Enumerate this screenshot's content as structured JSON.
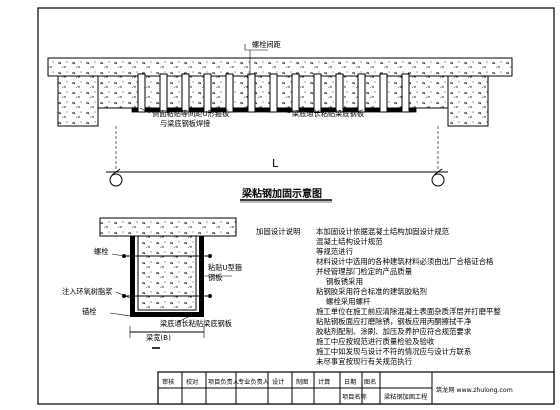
{
  "elevation": {
    "label_bolt_spacing": "螺栓间距",
    "label_side_plate": "侧面粘贴等间距U形箍板",
    "label_side_plate_weld": "与梁底钢板焊接",
    "label_bottom_plate": "梁底通长粘贴梁底钢板",
    "span_label": "L",
    "title": "梁粘钢加固示意图"
  },
  "section": {
    "label_bolt": "螺栓",
    "label_epoxy": "注入环氧树脂浆",
    "label_anchor": "锚栓",
    "label_side_steel": "粘贴U型箍",
    "label_side_steel_2": "钢板",
    "label_bottom_plate": "梁底通长粘贴梁底钢板",
    "label_width": "梁宽(B)"
  },
  "notes": {
    "heading": "加固设计说明",
    "lines": [
      "本加固设计依据混凝土结构加固设计规范",
      "混凝土结构设计规范",
      "等规范进行",
      "材料设计中选用的各种建筑材料必须由出厂合格证合格",
      "并经管理部门检定的产品质量",
      "钢板锈采用",
      "粘钢胶采用符合标准的建筑胶粘剂",
      "螺栓采用螺杆",
      "施工单位在施工前应清除混凝土表面杂质浮层并打磨平整",
      "粘贴钢板面应打磨除锈，钢板应用丙酮擦拭干净",
      "胶粘剂配制、涂刷、加压及养护应符合规范要求",
      "施工中应按规范进行质量检验及验收",
      "施工中如发现与设计不符的情况应与设计方联系",
      "未尽事宜按现行有关规范执行"
    ]
  },
  "title_block": {
    "cells": [
      "审核",
      "校对",
      "项目负责人",
      "专业负责人",
      "设计",
      "制图",
      "计算",
      "日期"
    ],
    "project_label": "项目名称",
    "drawing_label": "图名",
    "drawing_name": "梁粘钢加固工程",
    "watermark": "筑龙网 www.zhulong.com"
  }
}
